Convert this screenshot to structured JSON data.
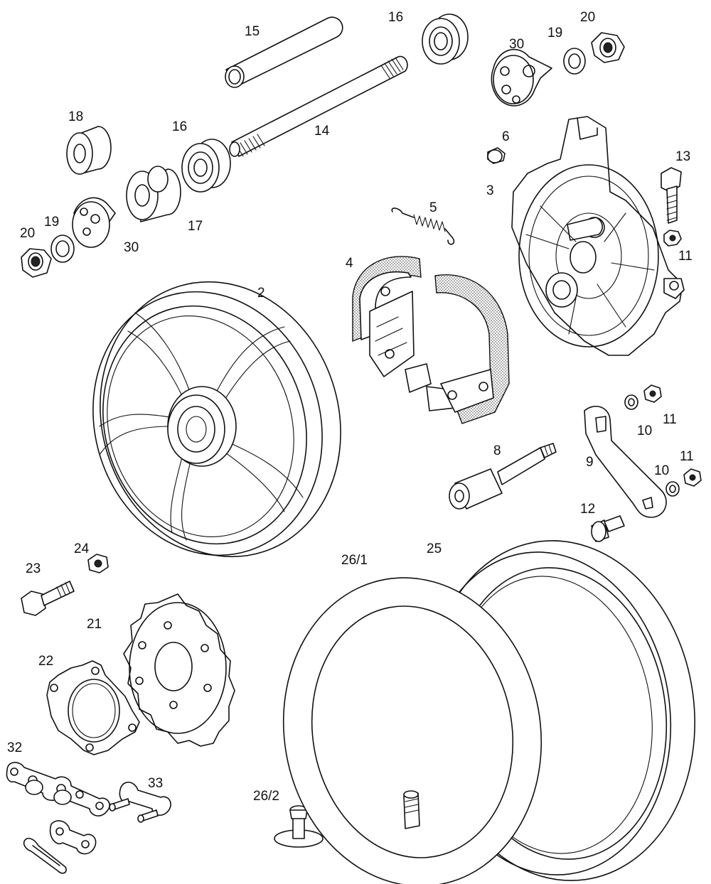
{
  "diagram": {
    "labels": {
      "p2": "2",
      "p3": "3",
      "p4": "4",
      "p5": "5",
      "p6": "6",
      "p8": "8",
      "p9": "9",
      "p10a": "10",
      "p10b": "10",
      "p11a": "11",
      "p11b": "11",
      "p11c": "11",
      "p12": "12",
      "p13": "13",
      "p14": "14",
      "p15": "15",
      "p16a": "16",
      "p16b": "16",
      "p17": "17",
      "p18": "18",
      "p19a": "19",
      "p19b": "19",
      "p20a": "20",
      "p20b": "20",
      "p21": "21",
      "p22": "22",
      "p23": "23",
      "p24": "24",
      "p25": "25",
      "p26_1": "26/1",
      "p26_2": "26/2",
      "p30a": "30",
      "p30b": "30",
      "p32": "32",
      "p33": "33"
    }
  }
}
